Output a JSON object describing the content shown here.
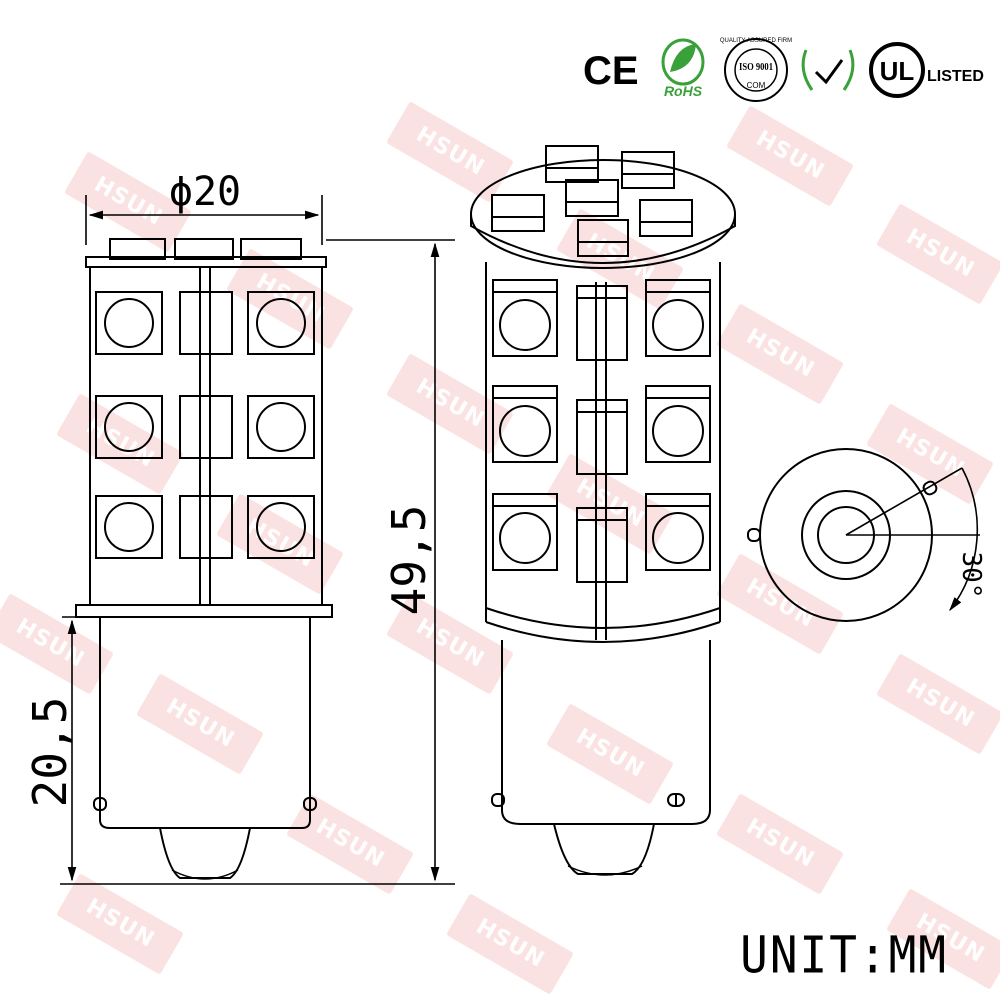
{
  "certifications": {
    "ce": "CE",
    "rohs": "RoHS",
    "iso": "ISO 9001",
    "iso_ring": "QUALITY ASSURED FIRM",
    "iso_sub": "COM",
    "ul_mark": "UL",
    "ul_listed": "LISTED"
  },
  "dimensions": {
    "diameter": "ϕ20",
    "total_height": "49,5",
    "base_height": "20,5",
    "pin_angle": "30°"
  },
  "watermark": "HSUN",
  "unit_label": "UNIT:MM",
  "colors": {
    "line": "#000000",
    "watermark": "#f09696",
    "rohs_green": "#3aa13a"
  }
}
